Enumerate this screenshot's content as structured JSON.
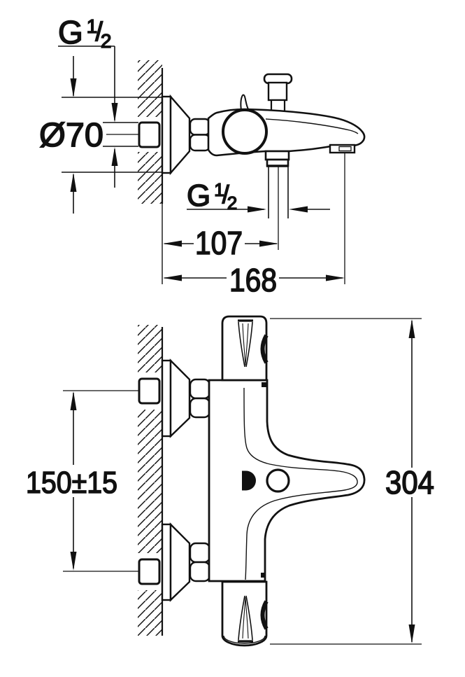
{
  "drawing": {
    "type": "technical-installation-drawing",
    "colors": {
      "line": "#111111",
      "background": "#ffffff"
    },
    "side_view": {
      "thread_top": {
        "label": "G 1/2",
        "prefix": "G",
        "numerator": "1",
        "slash": "/",
        "denominator": "2"
      },
      "diameter": {
        "label": "Ø70"
      },
      "thread_shower": {
        "label": "G 1/2",
        "prefix": "G",
        "numerator": "1",
        "slash": "/",
        "denominator": "2"
      },
      "wall_to_shower_center": {
        "label": "107"
      },
      "wall_to_spout_center": {
        "label": "168"
      }
    },
    "plan_view": {
      "supply_spacing": {
        "label": "150±15"
      },
      "overall_width": {
        "label": "304"
      }
    }
  }
}
